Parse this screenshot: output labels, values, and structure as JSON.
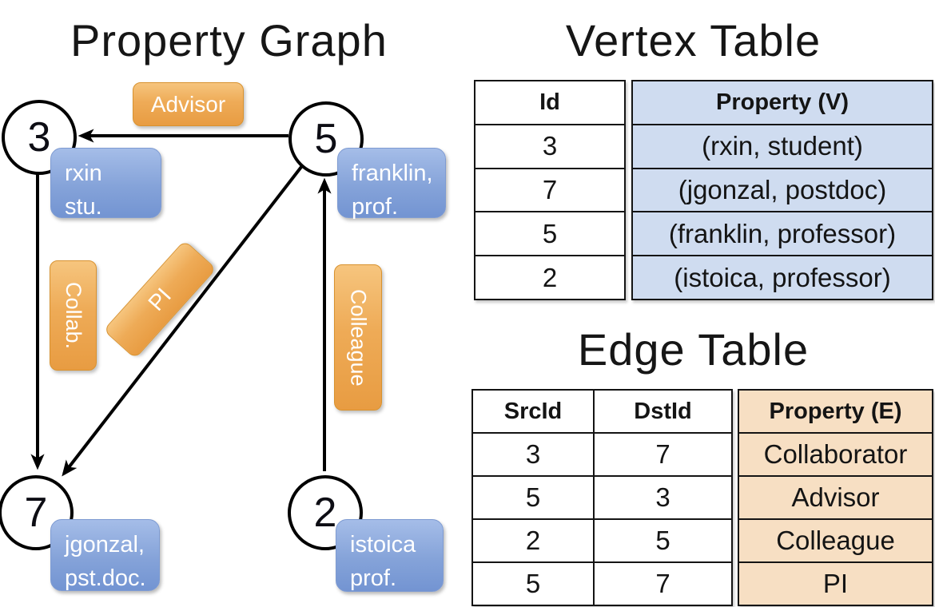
{
  "graph": {
    "title": "Property Graph",
    "node3": {
      "id": "3",
      "label_line1": "rxin",
      "label_line2": "stu."
    },
    "node5": {
      "id": "5",
      "label_line1": "franklin,",
      "label_line2": "prof."
    },
    "node7": {
      "id": "7",
      "label_line1": "jgonzal,",
      "label_line2": "pst.doc."
    },
    "node2": {
      "id": "2",
      "label_line1": "istoica",
      "label_line2": "prof."
    },
    "edges": {
      "advisor": {
        "label": "Advisor",
        "from": "5",
        "to": "3"
      },
      "collab": {
        "label": "Collab.",
        "from": "3",
        "to": "7"
      },
      "pi": {
        "label": "PI",
        "from": "5",
        "to": "7"
      },
      "colleague": {
        "label": "Colleague",
        "from": "2",
        "to": "5"
      }
    }
  },
  "vertex_table": {
    "title": "Vertex Table",
    "headers": {
      "id": "Id",
      "property": "Property (V)"
    },
    "rows": [
      {
        "id": "3",
        "property": "(rxin, student)"
      },
      {
        "id": "7",
        "property": "(jgonzal, postdoc)"
      },
      {
        "id": "5",
        "property": "(franklin, professor)"
      },
      {
        "id": "2",
        "property": "(istoica, professor)"
      }
    ]
  },
  "edge_table": {
    "title": "Edge Table",
    "headers": {
      "src": "SrcId",
      "dst": "DstId",
      "property": "Property (E)"
    },
    "rows": [
      {
        "src": "3",
        "dst": "7",
        "property": "Collaborator"
      },
      {
        "src": "5",
        "dst": "3",
        "property": "Advisor"
      },
      {
        "src": "2",
        "dst": "5",
        "property": "Colleague"
      },
      {
        "src": "5",
        "dst": "7",
        "property": "PI"
      }
    ]
  },
  "colors": {
    "edge_label_orange": "#ec9f46",
    "vertex_label_blue": "#7e9ed8",
    "vertex_table_fill": "#cfdcf0",
    "edge_table_fill": "#f7dfc3",
    "line": "#000000"
  }
}
